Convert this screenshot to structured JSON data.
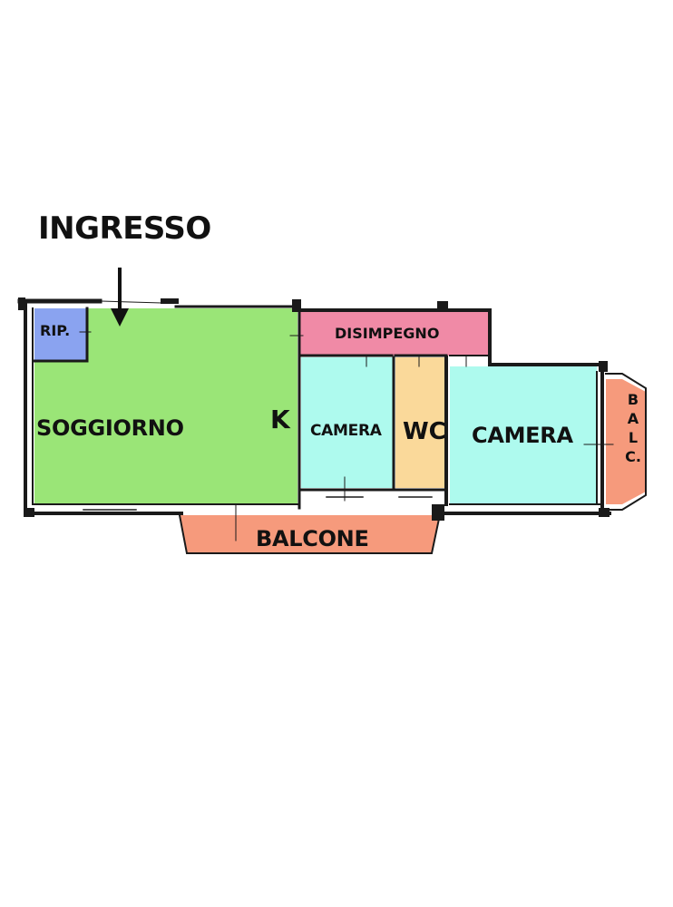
{
  "plan": {
    "entrance_label": "INGRESSO",
    "rooms": {
      "ripostiglio": {
        "label": "RIP.",
        "color": "#8aa3f0"
      },
      "soggiorno": {
        "label": "SOGGIORNO",
        "color": "#9ae577"
      },
      "kitchen": {
        "label": "K"
      },
      "disimpegno": {
        "label": "DISIMPEGNO",
        "color": "#f08aa6"
      },
      "camera_small": {
        "label": "CAMERA",
        "color": "#aefaee"
      },
      "wc": {
        "label": "WC",
        "color": "#fad99a"
      },
      "camera_large": {
        "label": "CAMERA",
        "color": "#aefaee"
      },
      "balcone": {
        "label": "BALCONE",
        "color": "#f69a7c"
      },
      "balcony_side": {
        "letters": [
          "B",
          "A",
          "L",
          "C."
        ],
        "color": "#f69a7c"
      }
    },
    "wall_color": "#1a1a1a"
  }
}
